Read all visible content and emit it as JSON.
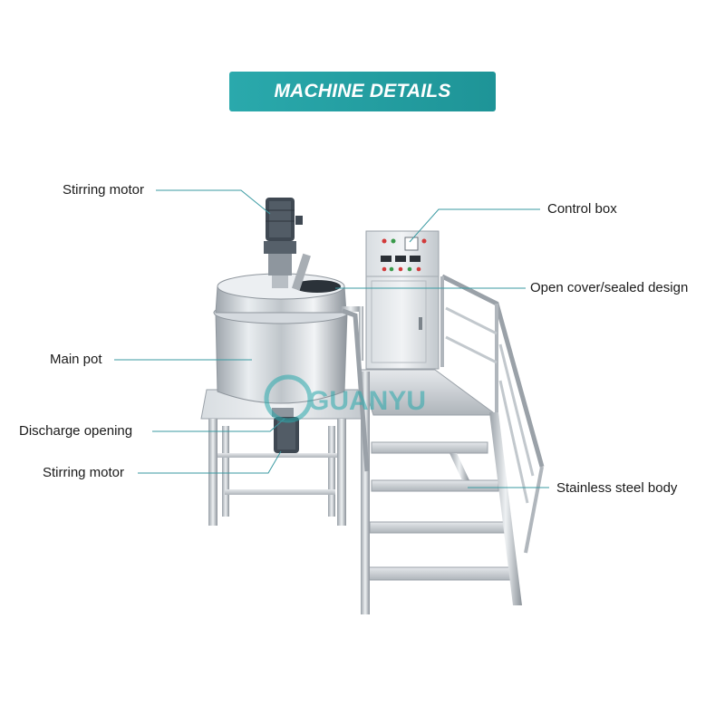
{
  "banner": {
    "title": "MACHINE DETAILS"
  },
  "colors": {
    "banner_bg": "#2aa9ac",
    "banner_bg_dark": "#1e9497",
    "leader_line": "#3a9aa2",
    "steel": "#c9ced3",
    "motor": "#3f4852",
    "watermark": "#2aa9ac"
  },
  "labels": {
    "stirring_motor_top": "Stirring motor",
    "control_box": "Control box",
    "open_cover": "Open cover/sealed design",
    "main_pot": "Main pot",
    "discharge_opening": "Discharge opening",
    "stirring_motor_bottom": "Stirring motor",
    "stainless_steel_body": "Stainless steel body"
  },
  "watermark": {
    "text": "GUANYU"
  }
}
